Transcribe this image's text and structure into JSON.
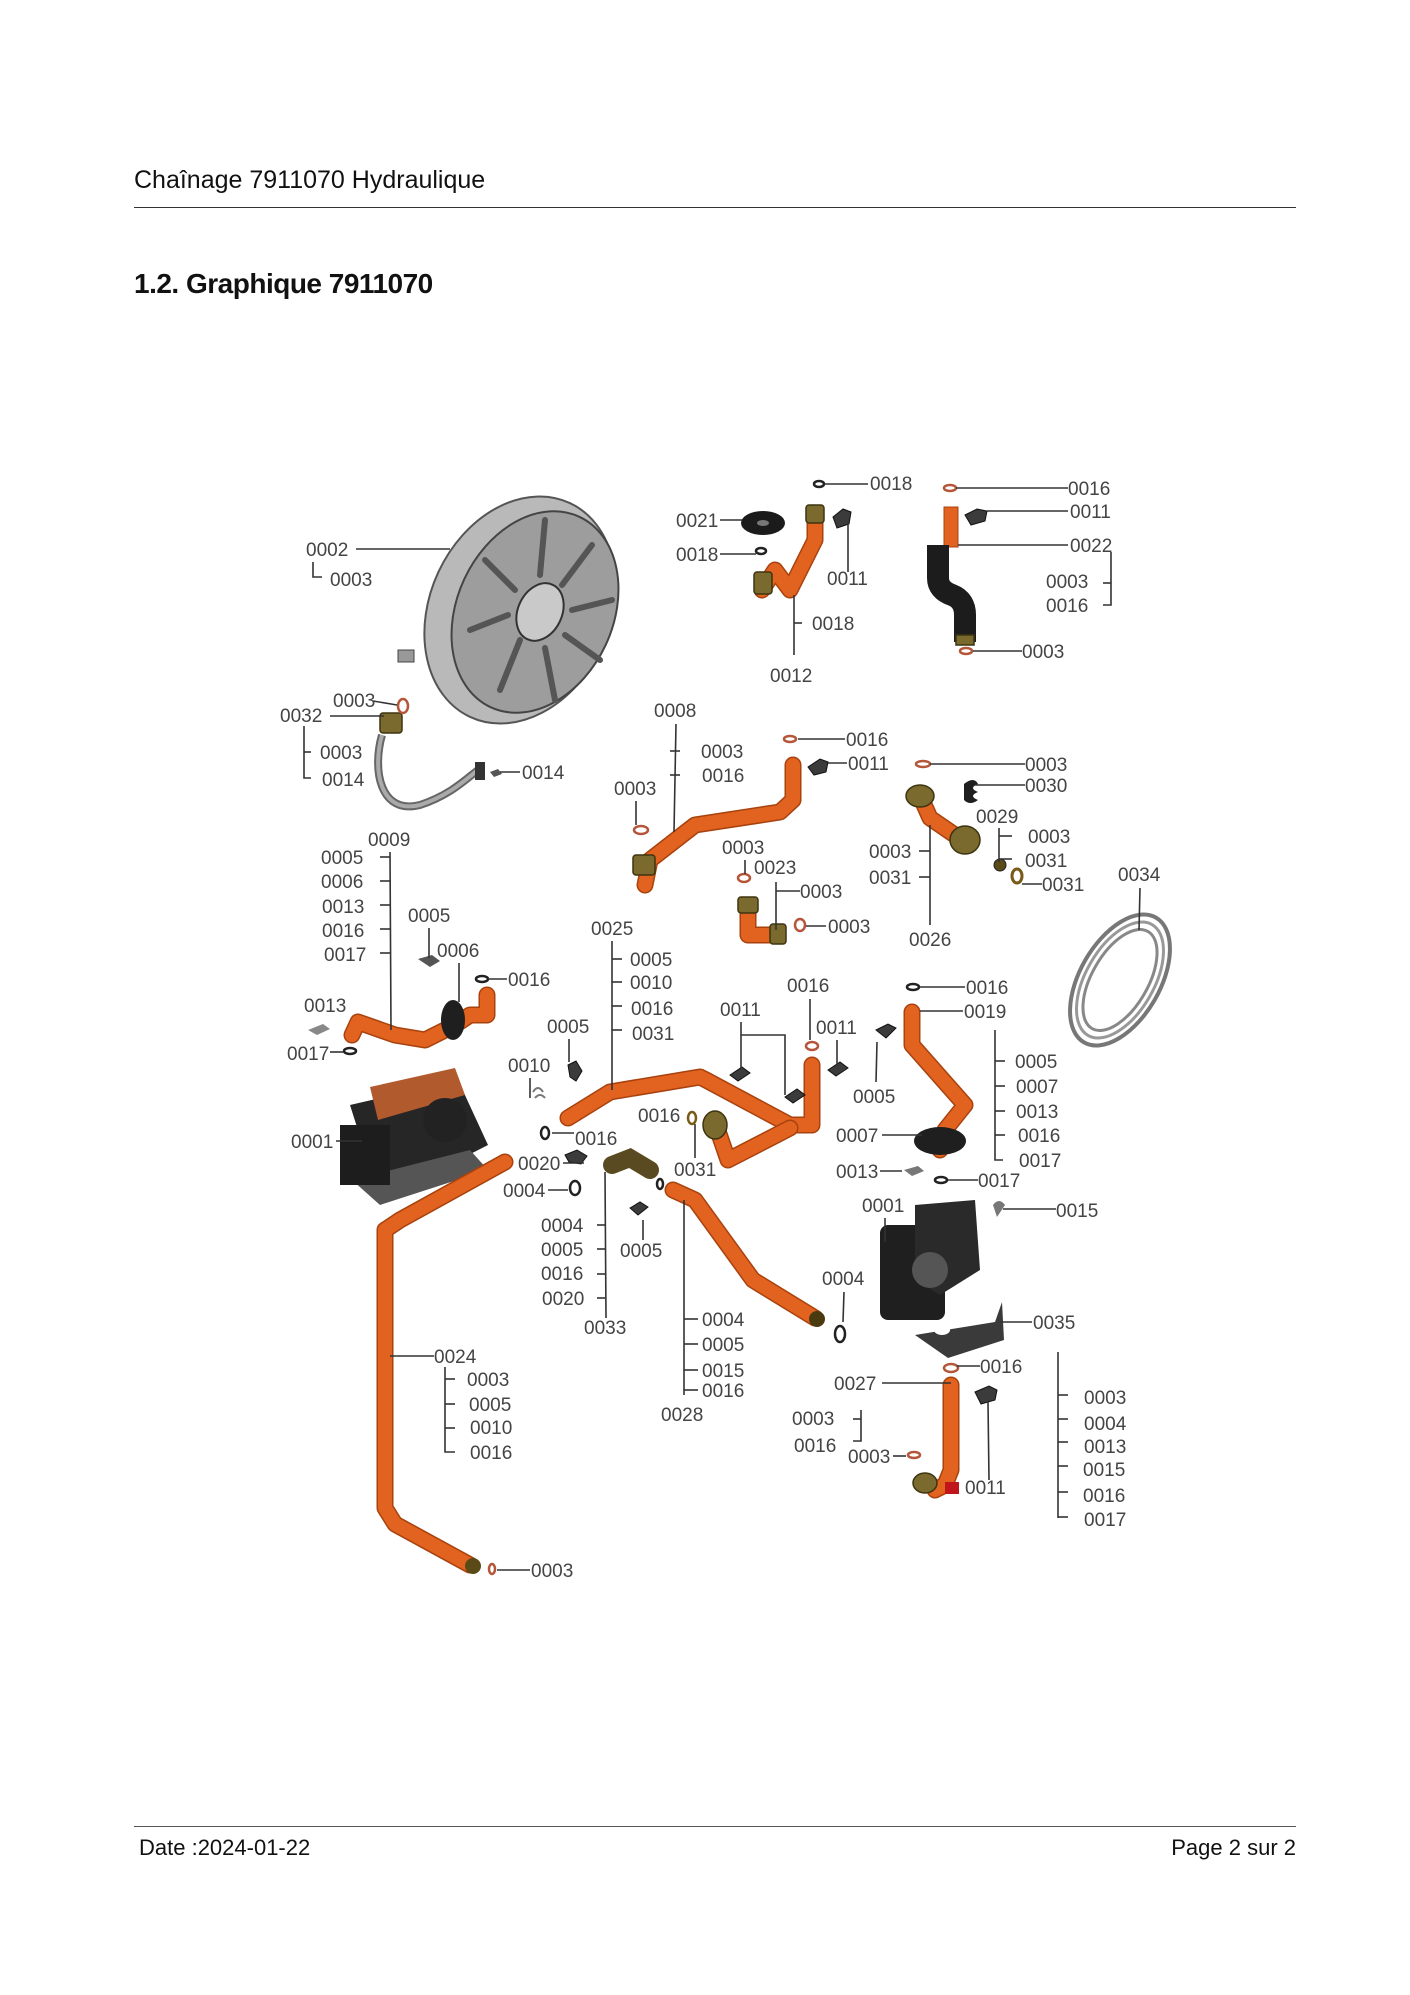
{
  "header": {
    "title": "Chaînage 7911070 Hydraulique",
    "section_title": "1.2. Graphique 7911070"
  },
  "footer": {
    "date": "Date :2024-01-22",
    "page": "Page 2 sur  2"
  },
  "diagram": {
    "colors": {
      "copper": "#e2621f",
      "brass": "#7a6a2e",
      "rubber": "#222222",
      "tank": "#9a9a9a"
    },
    "parts": {
      "expansion_vessel": {
        "id": "0002",
        "sub": [
          "0003"
        ]
      },
      "flex_hose": {
        "id": "0032",
        "sub": [
          "0003",
          "0014"
        ],
        "callouts": [
          "0003",
          "0014"
        ]
      },
      "pipe_0012": {
        "id": "0012",
        "sub": [
          "0018"
        ],
        "callouts": [
          "0018",
          "0021",
          "0018",
          "0011"
        ]
      },
      "pipe_0022": {
        "id": "0022",
        "sub": [
          "0003",
          "0016"
        ],
        "callouts": [
          "0016",
          "0011",
          "0003"
        ]
      },
      "pipe_0008": {
        "id": "0008",
        "sub": [
          "0003",
          "0016"
        ],
        "callouts": [
          "0003",
          "0016",
          "0011"
        ]
      },
      "pipe_0023": {
        "id": "0023",
        "sub": [
          "0003"
        ],
        "callouts": [
          "0003",
          "0003"
        ]
      },
      "pipe_0026": {
        "id": "0026",
        "sub": [
          "0003",
          "0031"
        ],
        "callouts": [
          "0003",
          "0030"
        ]
      },
      "valve_0029": {
        "id": "0029",
        "sub": [
          "0003",
          "0031"
        ],
        "callouts": [
          "0031"
        ]
      },
      "coil_0034": {
        "id": "0034"
      },
      "pipe_0009": {
        "id": "0009",
        "sub": [
          "0005",
          "0006",
          "0013",
          "0016",
          "0017"
        ],
        "callouts": [
          "0005",
          "0006",
          "0016",
          "0013",
          "0017"
        ]
      },
      "pipe_0025": {
        "id": "0025",
        "sub": [
          "0005",
          "0010",
          "0016",
          "0031"
        ],
        "callouts": [
          "0005",
          "0010",
          "0016",
          "0011",
          "0016",
          "0011",
          "0016",
          "0031"
        ]
      },
      "pipe_0019": {
        "id": "0019",
        "sub": [
          "0005",
          "0007",
          "0013",
          "0016",
          "0017"
        ],
        "callouts": [
          "0016",
          "0005",
          "0007",
          "0013",
          "0017"
        ]
      },
      "hydro_block": {
        "id": "0001"
      },
      "elbow_0033": {
        "id": "0033",
        "sub": [
          "0004",
          "0005",
          "0016",
          "0020"
        ],
        "callouts": [
          "0020",
          "0004",
          "0005"
        ]
      },
      "pipe_0028": {
        "id": "0028",
        "sub": [
          "0004",
          "0005",
          "0015",
          "0016"
        ]
      },
      "pump": {
        "id": "0001",
        "callouts": [
          "0015",
          "0004"
        ]
      },
      "bracket": {
        "id": "0035"
      },
      "pipe_0024": {
        "id": "0024",
        "sub": [
          "0003",
          "0005",
          "0010",
          "0016"
        ],
        "callouts": [
          "0003"
        ]
      },
      "pipe_0027": {
        "id": "0027",
        "sub": [
          "0003",
          "0016"
        ],
        "callouts": [
          "0016",
          "0003",
          "0011"
        ],
        "group": [
          "0003",
          "0004",
          "0013",
          "0015",
          "0016",
          "0017"
        ]
      }
    }
  }
}
